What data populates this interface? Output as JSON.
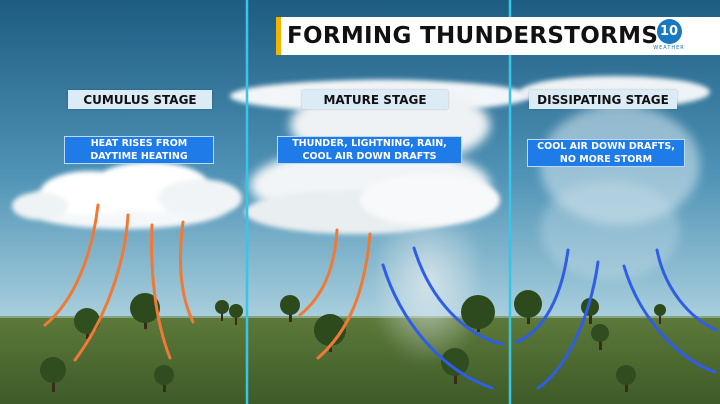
{
  "title": "FORMING THUNDERSTORMS",
  "logo": {
    "text": "10",
    "subtext": "WEATHER"
  },
  "colors": {
    "sky_top": "#1f5f86",
    "sky_bottom": "#9cc7d9",
    "ground": "#4f6b33",
    "divider": "#35c6e8",
    "updraft": "#f07a35",
    "downdraft": "#2f5de6",
    "label_bg": "#dcecf7",
    "box_bg": "#1f7be8"
  },
  "stages": [
    {
      "label": "CUMULUS STAGE",
      "description": "HEAT RISES FROM DAYTIME HEATING"
    },
    {
      "label": "MATURE STAGE",
      "description": "THUNDER, LIGHTNING, RAIN, COOL AIR DOWN DRAFTS"
    },
    {
      "label": "DISSIPATING STAGE",
      "description": "COOL AIR DOWN DRAFTS, NO MORE STORM"
    }
  ]
}
